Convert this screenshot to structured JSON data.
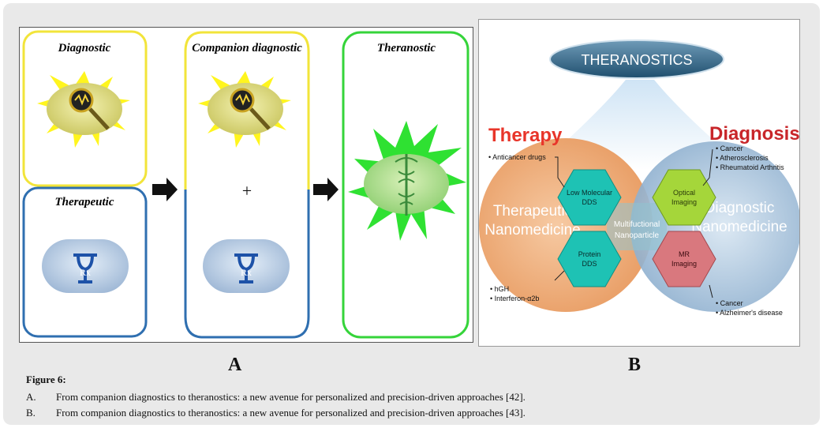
{
  "panel_a": {
    "box_labels": {
      "diagnostic": "Diagnostic",
      "companion": "Companion diagnostic",
      "theranostic": "Theranostic",
      "therapeutic": "Therapeutic"
    },
    "plus_sign": "+",
    "rx_symbol": "Rx",
    "colors": {
      "yellow": "#f2e43a",
      "blue": "#2f6fb0",
      "green": "#35d43a"
    }
  },
  "panel_b": {
    "banner": "THERANOSTICS",
    "therapy_title": "Therapy",
    "diagnosis_title": "Diagnosis",
    "therapeutic_nano": [
      "Therapeutic",
      "Nanomedicine"
    ],
    "diagnostic_nano": [
      "Diagnostic",
      "Nanomedicine"
    ],
    "multifunctional": [
      "Multifuctional",
      "Nanoparticle"
    ],
    "hex_low_molecular": [
      "Low Molecular",
      "DDS"
    ],
    "hex_protein": [
      "Protein",
      "DDS"
    ],
    "hex_optical": [
      "Optical",
      "Imaging"
    ],
    "hex_mr": [
      "MR",
      "Imaging"
    ],
    "anticancer": "• Anticancer drugs",
    "hgh": "• hGH",
    "interferon": "• Interferon-α2b",
    "diag_top": [
      "• Cancer",
      "• Atherosclerosis",
      "• Rheumatoid Arthritis"
    ],
    "diag_bottom": [
      "• Cancer",
      "• Alzheimer's disease"
    ],
    "colors": {
      "therapy_red": "#e8352a",
      "diagnosis_red": "#c8262a",
      "hex_teal": "#1ec2b4",
      "hex_green": "#a5d63a",
      "hex_pink": "#d9787e"
    }
  },
  "letters": {
    "a": "A",
    "b": "B"
  },
  "caption": {
    "title": "Figure 6:",
    "items": [
      {
        "mark": "A.",
        "text": "From companion diagnostics to theranostics: a new avenue for personalized and precision-driven approaches [42]."
      },
      {
        "mark": "B.",
        "text": "From companion diagnostics to theranostics: a new avenue for personalized and precision-driven approaches [43]."
      }
    ]
  }
}
